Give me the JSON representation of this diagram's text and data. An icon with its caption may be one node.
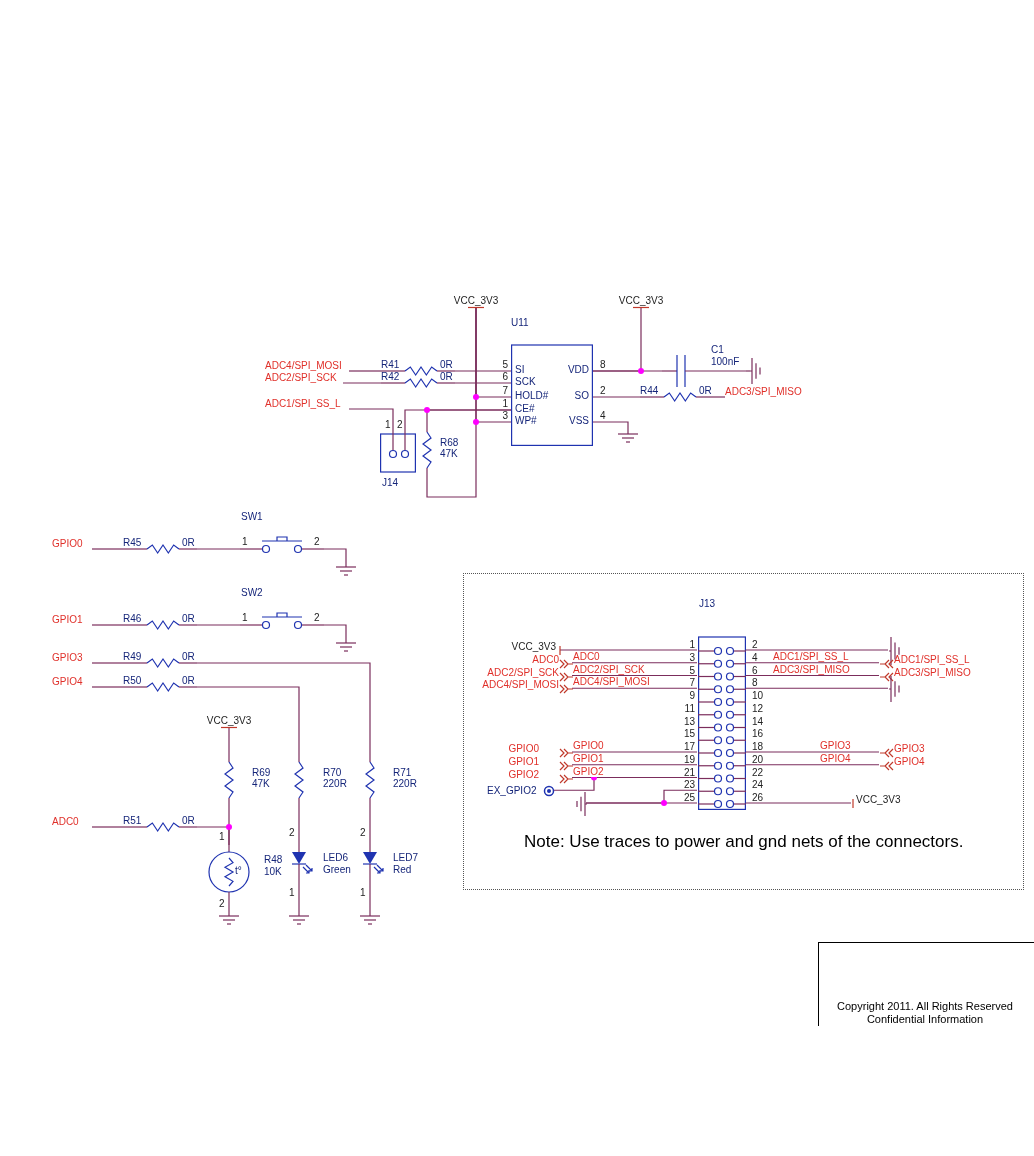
{
  "diagram": {
    "nodes": [
      {
        "text": [
          "ADC4/SPI_MOSI"
        ]
      },
      {
        "text": [
          "ADC2/SPI_SCK"
        ]
      },
      {
        "text": [
          "ADC1/SPI_SS_L"
        ]
      },
      {
        "text": [
          "R41",
          "0R"
        ]
      },
      {
        "text": [
          "R42",
          "0R"
        ]
      },
      {
        "text": [
          "VCC_3V3"
        ]
      },
      {
        "text": [
          "U11",
          "SI",
          "SCK",
          "HOLD#",
          "CE#",
          "WP#",
          "VDD",
          "SO",
          "VSS"
        ]
      },
      {
        "text": [
          "J14"
        ]
      },
      {
        "text": [
          "R68",
          "47K"
        ]
      },
      {
        "text": [
          "VCC_3V3"
        ]
      },
      {
        "text": [
          "C1",
          "100nF"
        ]
      },
      {
        "text": [],
        "shape": "ground"
      },
      {
        "text": [
          "R44",
          "0R"
        ]
      },
      {
        "text": [
          "ADC3/SPI_MISO"
        ]
      },
      {
        "text": [],
        "shape": "ground"
      },
      {
        "text": [
          "GPIO0"
        ]
      },
      {
        "text": [
          "R45",
          "0R"
        ]
      },
      {
        "text": [
          "SW1"
        ]
      },
      {
        "text": [],
        "shape": "ground"
      },
      {
        "text": [
          "GPIO1"
        ]
      },
      {
        "text": [
          "R46",
          "0R"
        ]
      },
      {
        "text": [
          "SW2"
        ]
      },
      {
        "text": [],
        "shape": "ground"
      },
      {
        "text": [
          "GPIO3"
        ]
      },
      {
        "text": [
          "R49",
          "0R"
        ]
      },
      {
        "text": [
          "GPIO4"
        ]
      },
      {
        "text": [
          "R50",
          "0R"
        ]
      },
      {
        "text": [
          "VCC_3V3"
        ]
      },
      {
        "text": [
          "R69",
          "47K"
        ]
      },
      {
        "text": [
          "R70",
          "220R"
        ]
      },
      {
        "text": [
          "R71",
          "220R"
        ]
      },
      {
        "text": [
          "ADC0"
        ]
      },
      {
        "text": [
          "R51",
          "0R"
        ]
      },
      {
        "text": [
          "t°",
          "R48",
          "10K"
        ]
      },
      {
        "text": [
          "LED6",
          "Green"
        ]
      },
      {
        "text": [
          "LED7",
          "Red"
        ]
      },
      {
        "text": [],
        "shape": "ground"
      },
      {
        "text": [],
        "shape": "ground"
      },
      {
        "text": [],
        "shape": "ground"
      },
      {
        "text": [
          "Note: Use traces to power and gnd nets of the connectors."
        ]
      },
      {
        "text": [
          "J13"
        ],
        "in": 39,
        "beside": [
          "1",
          "2",
          "3",
          "4",
          "5",
          "6",
          "7",
          "8",
          "9",
          "10",
          "11",
          "12",
          "13",
          "14",
          "15",
          "16",
          "17",
          "18",
          "19",
          "20",
          "21",
          "22",
          "23",
          "24",
          "25",
          "26"
        ]
      },
      {
        "text": [
          "VCC_3V3"
        ],
        "in": 39
      },
      {
        "text": [
          "ADC0"
        ],
        "in": 39
      },
      {
        "text": [
          "ADC2/SPI_SCK"
        ],
        "in": 39
      },
      {
        "text": [
          "ADC4/SPI_MOSI"
        ],
        "in": 39
      },
      {
        "text": [
          "GPIO0"
        ],
        "in": 39
      },
      {
        "text": [
          "GPIO1"
        ],
        "in": 39
      },
      {
        "text": [
          "GPIO2"
        ],
        "in": 39
      },
      {
        "text": [
          "EX_GPIO2"
        ],
        "in": 39
      },
      {
        "text": [],
        "shape": "ground",
        "in": 39
      },
      {
        "text": [],
        "shape": "ground",
        "in": 39
      },
      {
        "text": [
          "ADC1/SPI_SS_L"
        ],
        "in": 39
      },
      {
        "text": [
          "ADC3/SPI_MISO"
        ],
        "in": 39
      },
      {
        "text": [],
        "shape": "ground",
        "in": 39
      },
      {
        "text": [
          "GPIO3"
        ],
        "in": 39
      },
      {
        "text": [
          "GPIO4"
        ],
        "in": 39
      },
      {
        "text": [
          "VCC_3V3"
        ],
        "in": 39
      }
    ],
    "edges": [
      {
        "from": 0,
        "to": 3,
        "arrow": "none"
      },
      {
        "from": 3,
        "to": 6,
        "arrow": "none"
      },
      {
        "from": 1,
        "to": 4,
        "arrow": "none"
      },
      {
        "from": 4,
        "to": 6,
        "arrow": "none"
      },
      {
        "from": 5,
        "to": 6,
        "arrow": "none"
      },
      {
        "from": 5,
        "to": 6,
        "arrow": "none"
      },
      {
        "from": 5,
        "to": 8,
        "arrow": "none"
      },
      {
        "from": 2,
        "to": 7,
        "arrow": "none"
      },
      {
        "from": 7,
        "to": 6,
        "arrow": "none"
      },
      {
        "from": 8,
        "to": 6,
        "arrow": "none"
      },
      {
        "from": 9,
        "to": 6,
        "arrow": "none"
      },
      {
        "from": 6,
        "to": 10,
        "arrow": "none"
      },
      {
        "from": 10,
        "to": 11,
        "arrow": "none"
      },
      {
        "from": 6,
        "to": 12,
        "arrow": "none"
      },
      {
        "from": 12,
        "to": 13,
        "arrow": "none"
      },
      {
        "from": 6,
        "to": 14,
        "arrow": "none"
      },
      {
        "from": 15,
        "to": 16,
        "arrow": "none"
      },
      {
        "from": 16,
        "to": 17,
        "arrow": "none"
      },
      {
        "from": 17,
        "to": 18,
        "arrow": "none"
      },
      {
        "from": 19,
        "to": 20,
        "arrow": "none"
      },
      {
        "from": 20,
        "to": 21,
        "arrow": "none"
      },
      {
        "from": 21,
        "to": 22,
        "arrow": "none"
      },
      {
        "from": 23,
        "to": 24,
        "arrow": "none"
      },
      {
        "from": 24,
        "to": 30,
        "arrow": "none"
      },
      {
        "from": 25,
        "to": 26,
        "arrow": "none"
      },
      {
        "from": 26,
        "to": 29,
        "arrow": "none"
      },
      {
        "from": 27,
        "to": 28,
        "arrow": "none"
      },
      {
        "from": 31,
        "to": 32,
        "arrow": "none"
      },
      {
        "from": 32,
        "to": 33,
        "arrow": "none"
      },
      {
        "from": 28,
        "to": 33,
        "arrow": "none"
      },
      {
        "from": 29,
        "to": 34,
        "arrow": "none"
      },
      {
        "from": 30,
        "to": 35,
        "arrow": "none"
      },
      {
        "from": 33,
        "to": 36,
        "arrow": "none"
      },
      {
        "from": 34,
        "to": 37,
        "arrow": "none"
      },
      {
        "from": 35,
        "to": 38,
        "arrow": "none"
      },
      {
        "from": 41,
        "to": 40,
        "arrow": "none"
      },
      {
        "from": 42,
        "to": 40,
        "arrow": "none",
        "label": "ADC0"
      },
      {
        "from": 43,
        "to": 40,
        "arrow": "none",
        "label": "ADC2/SPI_SCK"
      },
      {
        "from": 44,
        "to": 40,
        "arrow": "none",
        "label": "ADC4/SPI_MOSI"
      },
      {
        "from": 45,
        "to": 40,
        "arrow": "none",
        "label": "GPIO0"
      },
      {
        "from": 46,
        "to": 40,
        "arrow": "none",
        "label": "GPIO1"
      },
      {
        "from": 47,
        "to": 40,
        "arrow": "none",
        "label": "GPIO2"
      },
      {
        "from": 48,
        "to": 40,
        "arrow": "none"
      },
      {
        "from": 49,
        "to": 40,
        "arrow": "none"
      },
      {
        "from": 49,
        "to": 40,
        "arrow": "none"
      },
      {
        "from": 40,
        "to": 50,
        "arrow": "none"
      },
      {
        "from": 40,
        "to": 51,
        "arrow": "none",
        "label": "ADC1/SPI_SS_L"
      },
      {
        "from": 40,
        "to": 52,
        "arrow": "none",
        "label": "ADC3/SPI_MISO"
      },
      {
        "from": 40,
        "to": 53,
        "arrow": "none"
      },
      {
        "from": 40,
        "to": 54,
        "arrow": "none",
        "label": "GPIO3"
      },
      {
        "from": 40,
        "to": 55,
        "arrow": "none",
        "label": "GPIO4"
      },
      {
        "from": 40,
        "to": 56,
        "arrow": "none"
      }
    ],
    "labels": [
      "5",
      "6",
      "7",
      "1",
      "3",
      "8",
      "2",
      "4",
      "1",
      "2",
      "1",
      "2",
      "1",
      "2",
      "1",
      "2",
      "2",
      "1",
      "2",
      "1",
      "Copyright 2011. All Rights Reserved",
      "Confidential Information"
    ]
  }
}
